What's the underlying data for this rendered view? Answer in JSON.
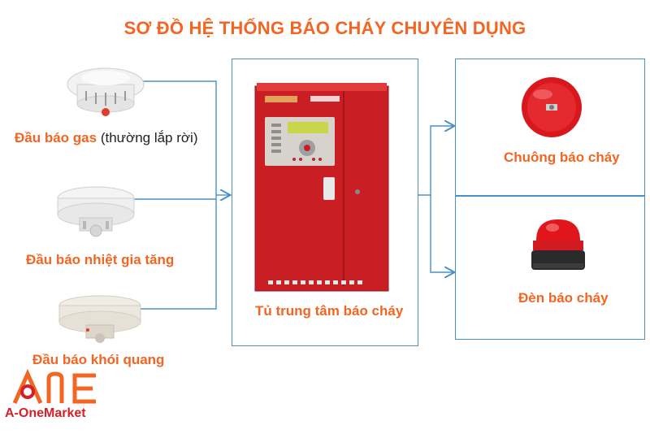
{
  "title": "SƠ ĐỒ HỆ THỐNG BÁO CHÁY CHUYÊN DỤNG",
  "inputs": [
    {
      "label": "Đầu báo gas",
      "note": "(thường lắp rời)",
      "icon": "gas-detector-icon"
    },
    {
      "label": "Đầu báo nhiệt gia tăng",
      "icon": "heat-detector-icon"
    },
    {
      "label": "Đầu báo khói quang",
      "icon": "smoke-detector-icon"
    }
  ],
  "center": {
    "label": "Tủ trung tâm báo cháy",
    "icon": "fire-alarm-control-panel-icon"
  },
  "outputs": [
    {
      "label": "Chuông báo cháy",
      "icon": "fire-bell-icon"
    },
    {
      "label": "Đèn báo cháy",
      "icon": "strobe-light-icon"
    }
  ],
  "logo": {
    "mark": "ONE",
    "text": "A-OneMarket"
  },
  "colors": {
    "accent": "#f26522",
    "line": "#4a90c8",
    "red": "#d62027"
  }
}
